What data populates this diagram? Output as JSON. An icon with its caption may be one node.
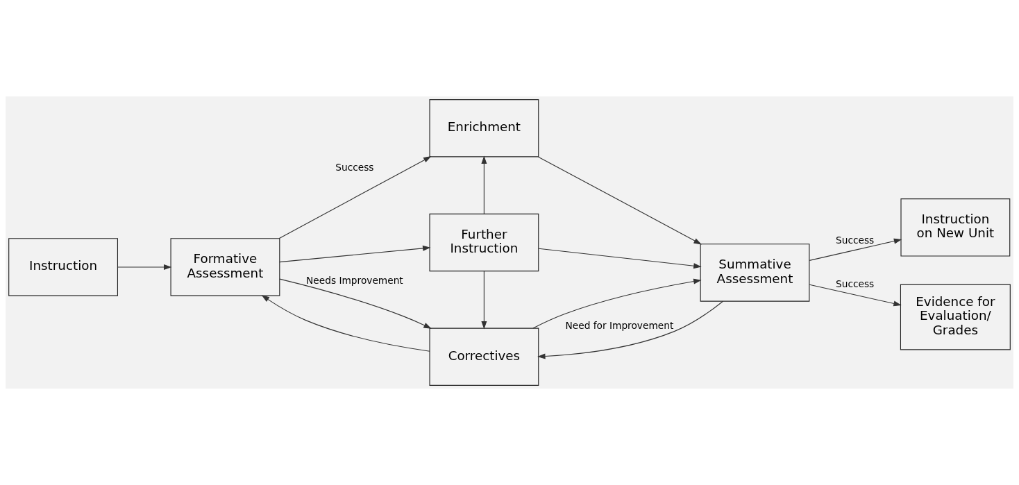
{
  "diagram": {
    "nodes": [
      {
        "text": [
          "Instruction"
        ]
      },
      {
        "text": [
          "Formative Assessment"
        ]
      },
      {
        "text": [
          "Enrichment"
        ]
      },
      {
        "text": [
          "Further Instruction"
        ]
      },
      {
        "text": [
          "Correctives"
        ]
      },
      {
        "text": [
          "Summative Assessment"
        ]
      },
      {
        "text": [
          "Instruction on New Unit"
        ]
      },
      {
        "text": [
          "Evidence for Evaluation/ Grades"
        ]
      }
    ],
    "edges": [
      {
        "from": 0,
        "to": 1,
        "arrow": "to"
      },
      {
        "from": 1,
        "to": 2,
        "arrow": "to",
        "label": "Success"
      },
      {
        "from": 1,
        "to": 3,
        "arrow": "to"
      },
      {
        "from": 1,
        "to": 4,
        "arrow": "to",
        "label": "Needs Improvement"
      },
      {
        "from": 4,
        "to": 1,
        "arrow": "to"
      },
      {
        "from": 3,
        "to": 2,
        "arrow": "to"
      },
      {
        "from": 3,
        "to": 4,
        "arrow": "to"
      },
      {
        "from": 2,
        "to": 5,
        "arrow": "to"
      },
      {
        "from": 3,
        "to": 5,
        "arrow": "to"
      },
      {
        "from": 4,
        "to": 5,
        "arrow": "to"
      },
      {
        "from": 5,
        "to": 6,
        "arrow": "to",
        "label": "Success"
      },
      {
        "from": 5,
        "to": 7,
        "arrow": "to",
        "label": "Success"
      },
      {
        "from": 5,
        "to": 4,
        "arrow": "to",
        "label": "Need for Improvement"
      }
    ]
  }
}
